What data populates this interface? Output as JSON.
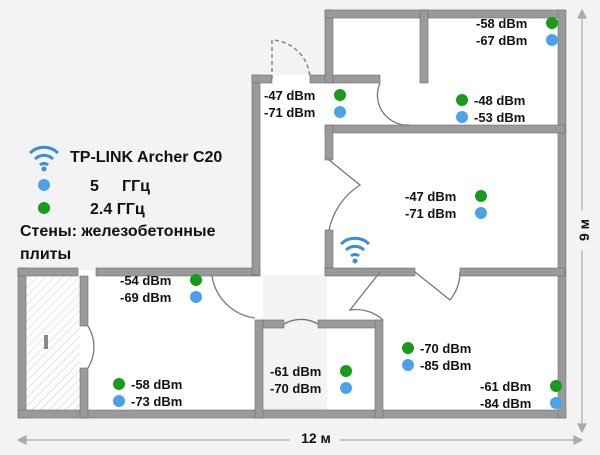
{
  "legend": {
    "router_name": "TP-LINK Archer C20",
    "band_5_num": "5",
    "band_5_unit": "ГГц",
    "band_24": "2.4 ГГц",
    "walls_line1": "Стены: железобетонные",
    "walls_line2": "плиты"
  },
  "dimensions": {
    "width_label": "12 м",
    "height_label": "9 м"
  },
  "colors": {
    "ghz_5": "#4aa3e8",
    "ghz_24": "#1a9a1a",
    "wall": "#9a9a9a",
    "floor": "#ffffff"
  },
  "readings": [
    {
      "id": "top-right-room",
      "ghz_24": "-58 dBm",
      "ghz_5": "-67 dBm"
    },
    {
      "id": "corridor-top",
      "ghz_24": "-47 dBm",
      "ghz_5": "-71 dBm"
    },
    {
      "id": "room-mid-upper",
      "ghz_24": "-48 dBm",
      "ghz_5": "-53 dBm"
    },
    {
      "id": "main-room",
      "ghz_24": "-47 dBm",
      "ghz_5": "-71 dBm"
    },
    {
      "id": "left-room-door",
      "ghz_24": "-54 dBm",
      "ghz_5": "-69 dBm"
    },
    {
      "id": "lower-middle-room",
      "ghz_24": "-70 dBm",
      "ghz_5": "-85 dBm"
    },
    {
      "id": "small-room",
      "ghz_24": "-61 dBm",
      "ghz_5": "-70 dBm"
    },
    {
      "id": "bottom-left-room",
      "ghz_24": "-58 dBm",
      "ghz_5": "-73 dBm"
    },
    {
      "id": "bottom-right-room",
      "ghz_24": "-61 dBm",
      "ghz_5": "-84 dBm"
    }
  ]
}
